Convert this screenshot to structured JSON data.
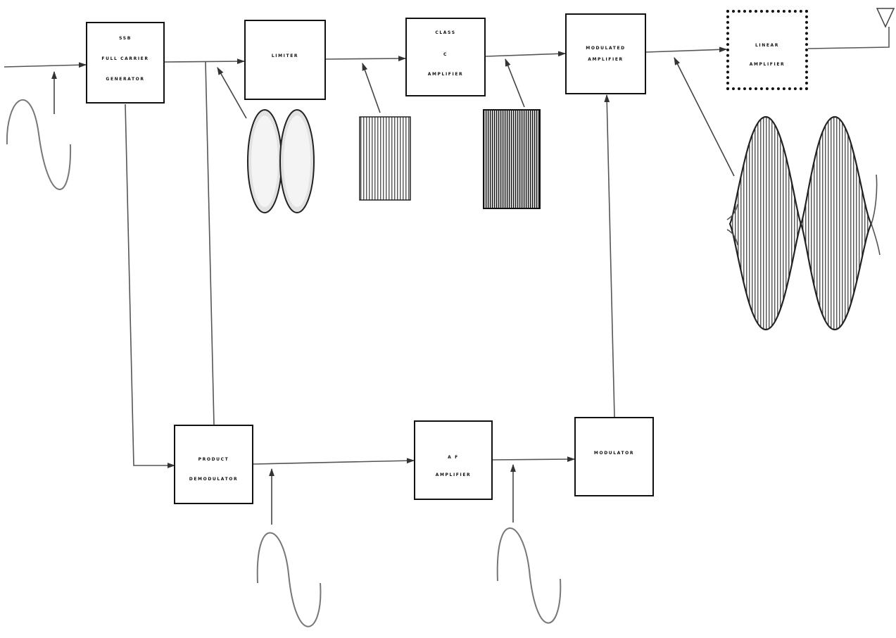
{
  "blocks": {
    "ssb_generator": [
      "SSB",
      "FULL CARRIER",
      "GENERATOR"
    ],
    "limiter": [
      "LIMITER"
    ],
    "class_c": [
      "CLASS",
      "C",
      "AMPLIFIER"
    ],
    "modulated_amp": [
      "MODULATED",
      "AMPLIFIER"
    ],
    "linear_amp": [
      "LINEAR",
      "AMPLIFIER"
    ],
    "product_demod": [
      "PRODUCT",
      "DEMODULATOR"
    ],
    "af_amp": [
      "A F",
      "AMPLIFIER"
    ],
    "modulator": [
      "MODULATOR"
    ]
  }
}
